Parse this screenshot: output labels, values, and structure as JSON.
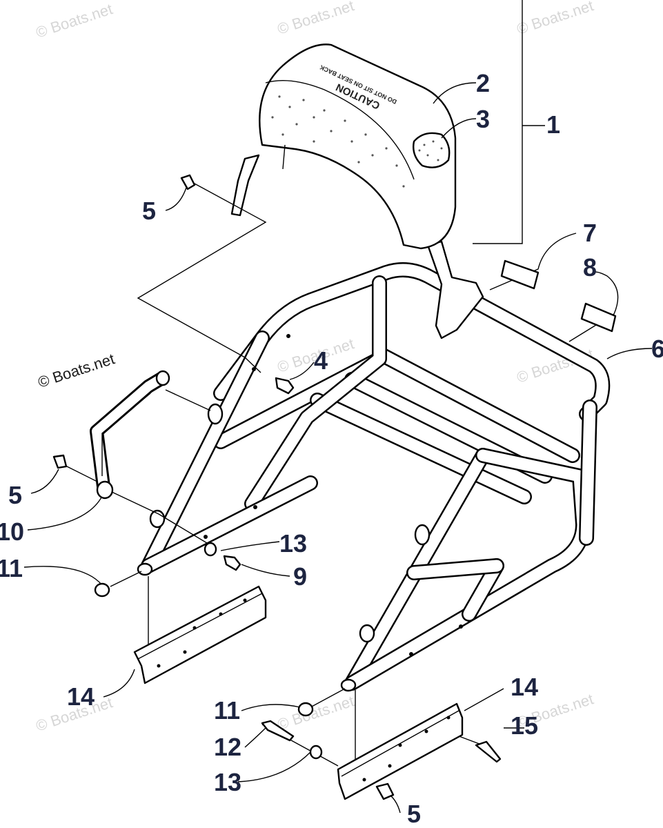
{
  "watermarks": {
    "text": "© Boats.net",
    "prominent": "© Boats.net"
  },
  "callouts": {
    "c1": "1",
    "c2": "2",
    "c3": "3",
    "c4": "4",
    "c5a": "5",
    "c5b": "5",
    "c5c": "5",
    "c6": "6",
    "c7": "7",
    "c8": "8",
    "c9": "9",
    "c10": "10",
    "c11a": "11",
    "c11b": "11",
    "c12": "12",
    "c13a": "13",
    "c13b": "13",
    "c14a": "14",
    "c14b": "14",
    "c15": "15"
  },
  "backrest_label": {
    "line1": "CAUTION",
    "line2": "DO NOT SIT ON SEAT BACK"
  },
  "colors": {
    "callout": "#1d2440",
    "watermark": "#d6d6d6",
    "line": "#000000"
  }
}
